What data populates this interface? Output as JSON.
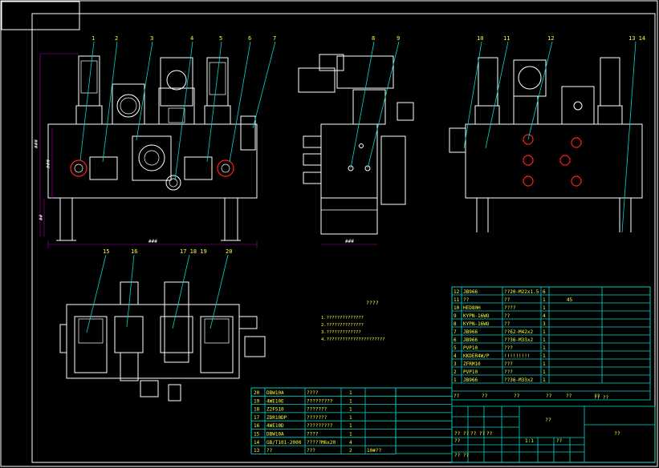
{
  "balloons": {
    "front": [
      "1",
      "2",
      "3",
      "4",
      "5",
      "6",
      "7"
    ],
    "side": [
      "8",
      "9"
    ],
    "rear": [
      "10",
      "11",
      "12",
      "13 14"
    ],
    "top": [
      "15",
      "16",
      "17 18 19",
      "20"
    ]
  },
  "dimensions": {
    "total_height": "###",
    "body_height": "###",
    "foot_height": "##",
    "width_front": "###",
    "width_side": "###"
  },
  "notes": {
    "title": "????",
    "lines": [
      "1.??????????????",
      "2.??????????????",
      "3.?????????????",
      "4.??????????????????????"
    ]
  },
  "parts_table": {
    "rows": [
      {
        "no": "12",
        "code": "JB966",
        "name": "??20-M22x1.5",
        "qty": "6",
        "note": ""
      },
      {
        "no": "11",
        "code": "??",
        "name": "??",
        "qty": "1",
        "note": "45"
      },
      {
        "no": "10",
        "code": "HED80H",
        "name": "????",
        "qty": "1",
        "note": ""
      },
      {
        "no": "9",
        "code": "KYPN-16WO",
        "name": "??",
        "qty": "4",
        "note": ""
      },
      {
        "no": "8",
        "code": "KYPN-16WO",
        "name": "??",
        "qty": "3",
        "note": ""
      },
      {
        "no": "7",
        "code": "JB966",
        "name": "??62-M42x2",
        "qty": "1",
        "note": ""
      },
      {
        "no": "6",
        "code": "JB966",
        "name": "??36-M33x2",
        "qty": "1",
        "note": ""
      },
      {
        "no": "5",
        "code": "PVP10",
        "name": "???",
        "qty": "1",
        "note": ""
      },
      {
        "no": "4",
        "code": "KKDER4W/P",
        "name": "!!!!!!!!!",
        "qty": "1",
        "note": ""
      },
      {
        "no": "3",
        "code": "ZFRM10",
        "name": "???",
        "qty": "1",
        "note": ""
      },
      {
        "no": "2",
        "code": "PVP10",
        "name": "???",
        "qty": "1",
        "note": ""
      },
      {
        "no": "1",
        "code": "JB966",
        "name": "??36-M33x2",
        "qty": "1",
        "note": ""
      }
    ],
    "header": [
      "??",
      "??",
      "??",
      "??",
      "??",
      "??"
    ]
  },
  "parts_table_2": {
    "rows": [
      {
        "no": "20",
        "code": "DBW10A",
        "name": "????",
        "qty": "1"
      },
      {
        "no": "19",
        "code": "4WE10E",
        "name": "?????????",
        "qty": "1"
      },
      {
        "no": "18",
        "code": "Z2FS10",
        "name": "???????",
        "qty": "1"
      },
      {
        "no": "17",
        "code": "ZDR10DP",
        "name": "???????",
        "qty": "1"
      },
      {
        "no": "16",
        "code": "4WE10D",
        "name": "?????????",
        "qty": "1"
      },
      {
        "no": "15",
        "code": "DBW10A",
        "name": "????",
        "qty": "1"
      },
      {
        "no": "14",
        "code": "GB/T101-2000",
        "name": "?????M6x20",
        "qty": "4"
      },
      {
        "no": "13",
        "code": "??",
        "name": "???",
        "qty": "2",
        "note": "10#??"
      }
    ]
  },
  "title_block": {
    "drawing_name": "??",
    "company": "??",
    "scale_label": "1:1",
    "sheet_a": "??",
    "sheet_b": "?? ??",
    "cells": [
      "?? ??",
      "??",
      "?? ??",
      "??",
      "?? ??"
    ]
  }
}
